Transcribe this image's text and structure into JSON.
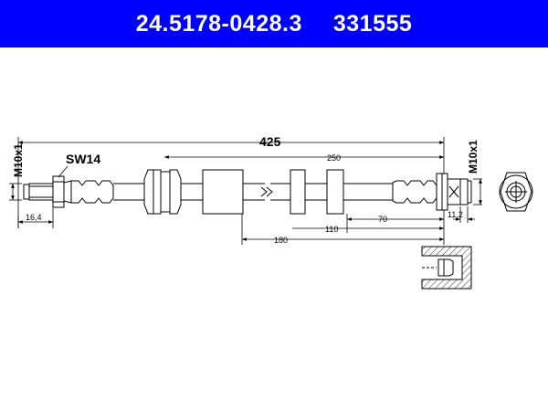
{
  "header": {
    "part_number": "24.5178-0428.3",
    "ref_number": "331555",
    "background_color": "#0000ff",
    "text_color": "#ffffff"
  },
  "drawing": {
    "thread_left": "M10x1",
    "thread_right": "M10x1",
    "wrench_size": "SW14",
    "overall_length": "425",
    "dim_250": "250",
    "dim_110": "110",
    "dim_70": "70",
    "dim_180": "180",
    "dim_16_4": "16,4",
    "dim_11_2": "11,2"
  }
}
